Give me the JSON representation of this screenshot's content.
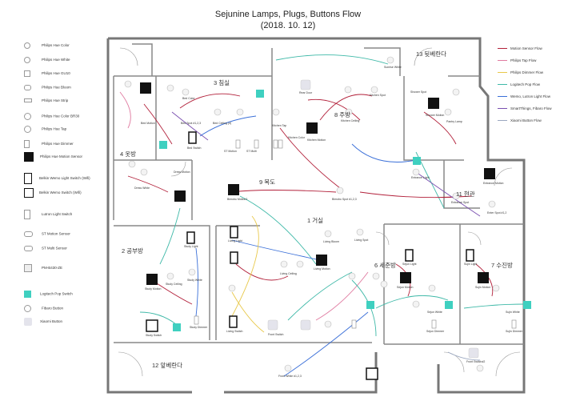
{
  "title": "Sejunine Lamps, Plugs, Buttons Flow",
  "date": "(2018. 10. 12)",
  "legend_left": [
    {
      "label": "Philips Hue Color",
      "icon": "bulb-icon"
    },
    {
      "label": "Philips Hue White",
      "icon": "bulb-icon"
    },
    {
      "label": "Philips Hue GU10",
      "icon": "spot-bulb-icon"
    },
    {
      "label": "Philips Hue Bloom",
      "icon": "bloom-lamp-icon"
    },
    {
      "label": "Philips Hue Strip",
      "icon": "light-strip-icon"
    },
    {
      "label": "Philips Hue Color BR30",
      "icon": "br30-bulb-icon"
    },
    {
      "label": "Philips Hue Tap",
      "icon": "tap-switch-icon"
    },
    {
      "label": "Philips Hue Dimmer",
      "icon": "dimmer-switch-icon"
    },
    {
      "label": "Philips Hue Motion Sensor",
      "icon": "motion-sensor-icon"
    },
    {
      "label": "Belkin Wemo Light Switch (Wifi)",
      "icon": "wemo-switch-icon"
    },
    {
      "label": "Belkin Wemo Switch (Wifi)",
      "icon": "wemo-plug-icon"
    },
    {
      "label": "Lutron Light Switch",
      "icon": "lutron-switch-icon"
    },
    {
      "label": "ST Motion Sensor",
      "icon": "st-motion-icon"
    },
    {
      "label": "ST Multi Sensor",
      "icon": "st-multi-icon"
    },
    {
      "label": "PM-B430-ZE",
      "icon": "power-meter-icon"
    },
    {
      "label": "Logitech Pop Switch",
      "icon": "pop-switch-icon"
    },
    {
      "label": "Fibaro Button",
      "icon": "fibaro-button-icon"
    },
    {
      "label": "Xiaomi Button",
      "icon": "xiaomi-button-icon"
    }
  ],
  "legend_right": [
    {
      "label": "Motion Sensor Flow",
      "color": "#b2203a"
    },
    {
      "label": "Philips Tap Flow",
      "color": "#e07aa0"
    },
    {
      "label": "Philips Dimmer Flow",
      "color": "#e8c84a"
    },
    {
      "label": "Logitech Pop Flow",
      "color": "#3fb9a8"
    },
    {
      "label": "Wemo, Lutron Light Flow",
      "color": "#3a6fd8"
    },
    {
      "label": "SmartThings, Fibaro Flow",
      "color": "#7a4fb0"
    },
    {
      "label": "Xiaomi Button Flow",
      "color": "#9aa7c0"
    }
  ],
  "rooms": [
    {
      "name": "13 뒷베란다"
    },
    {
      "name": "3 침실"
    },
    {
      "name": "8 주방"
    },
    {
      "name": "4 옷방"
    },
    {
      "name": "9 복도"
    },
    {
      "name": "11 현관"
    },
    {
      "name": "1 거실"
    },
    {
      "name": "2 공부방"
    },
    {
      "name": "6 세준방"
    },
    {
      "name": "7 수진방"
    },
    {
      "name": "12 앞베란다"
    }
  ],
  "devices": [
    {
      "label": "Sunrise White"
    },
    {
      "label": "Rear Door"
    },
    {
      "label": "Kitchen Spot"
    },
    {
      "label": "Shower Spot"
    },
    {
      "label": "Bed Color"
    },
    {
      "label": "Bed Motion"
    },
    {
      "label": "Bed Spot #1,2,3"
    },
    {
      "label": "Bed Ceiling (4)"
    },
    {
      "label": "Bed Switch"
    },
    {
      "label": "ST Motion"
    },
    {
      "label": "ST Multi"
    },
    {
      "label": "Kitchen Color"
    },
    {
      "label": "Kitchen Motion"
    },
    {
      "label": "Kitchen Ceiling"
    },
    {
      "label": "Kitchen Tap"
    },
    {
      "label": "Shower Motion"
    },
    {
      "label": "Pantry Lamp"
    },
    {
      "label": "Dress Motion"
    },
    {
      "label": "Dress White"
    },
    {
      "label": "Bimobo Motion2"
    },
    {
      "label": "Bimobo Spot #1,2,3"
    },
    {
      "label": "Entrance Light"
    },
    {
      "label": "Entrance Motion"
    },
    {
      "label": "Entrance Spot"
    },
    {
      "label": "Enter Spot #1,2"
    },
    {
      "label": "Study Light"
    },
    {
      "label": "Study Motion"
    },
    {
      "label": "Study Ceiling"
    },
    {
      "label": "Study White"
    },
    {
      "label": "Study Switch"
    },
    {
      "label": "Study Dimmer"
    },
    {
      "label": "Living Light"
    },
    {
      "label": "Living Ceiling"
    },
    {
      "label": "Living Motion"
    },
    {
      "label": "Living Switch"
    },
    {
      "label": "Living Bloom"
    },
    {
      "label": "Living Spot"
    },
    {
      "label": "Sejun Light"
    },
    {
      "label": "Sejun Motion"
    },
    {
      "label": "Sejun White"
    },
    {
      "label": "Sejun Dimmer"
    },
    {
      "label": "Sujin Light"
    },
    {
      "label": "Sujin Motion"
    },
    {
      "label": "Sujin White"
    },
    {
      "label": "Sujin Dimmer"
    },
    {
      "label": "Front Switch"
    },
    {
      "label": "Front White #1,2,3"
    },
    {
      "label": "Front Switch#2"
    }
  ]
}
